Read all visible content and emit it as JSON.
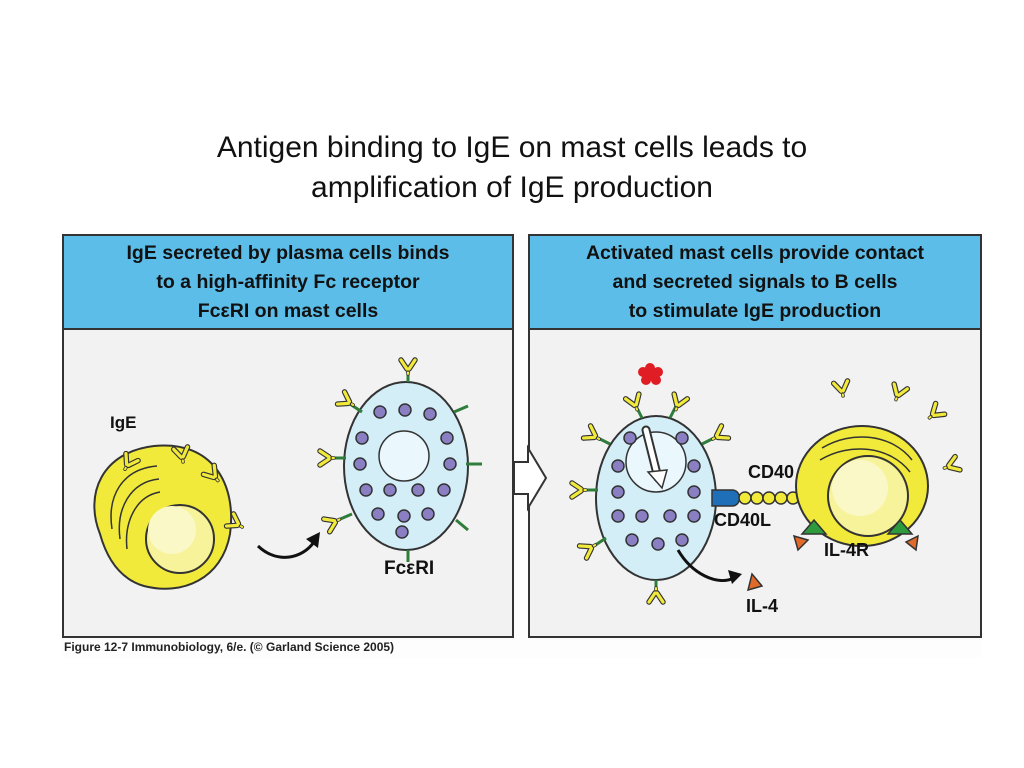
{
  "slide": {
    "title_line1": "Antigen binding to IgE on mast cells leads to",
    "title_line2": "amplification of IgE production"
  },
  "panels": {
    "left": {
      "header_line1": "IgE secreted by plasma cells binds",
      "header_line2": "to a high-affinity Fc receptor",
      "header_line3": "FcεRI on mast cells",
      "label_ige": "IgE",
      "label_receptor": "FcεRI"
    },
    "right": {
      "header_line1": "Activated mast cells provide contact",
      "header_line2": "and secreted signals to B cells",
      "header_line3": "to stimulate IgE production",
      "label_cd40": "CD40",
      "label_cd40l": "CD40L",
      "label_il4r": "IL-4R",
      "label_il4": "IL-4"
    }
  },
  "caption": "Figure 12-7  Immunobiology, 6/e. (© Garland Science 2005)",
  "colors": {
    "header_blue": "#5bbde8",
    "cell_yellow": "#f2ea3a",
    "mast_cell_fill": "#d4eef8",
    "granule_purple": "#8b7fc4",
    "receptor_green": "#2e7d3a",
    "il4_orange": "#e06a2a",
    "cd40l_blue": "#1f6fb8",
    "antigen_red": "#e01c24"
  }
}
